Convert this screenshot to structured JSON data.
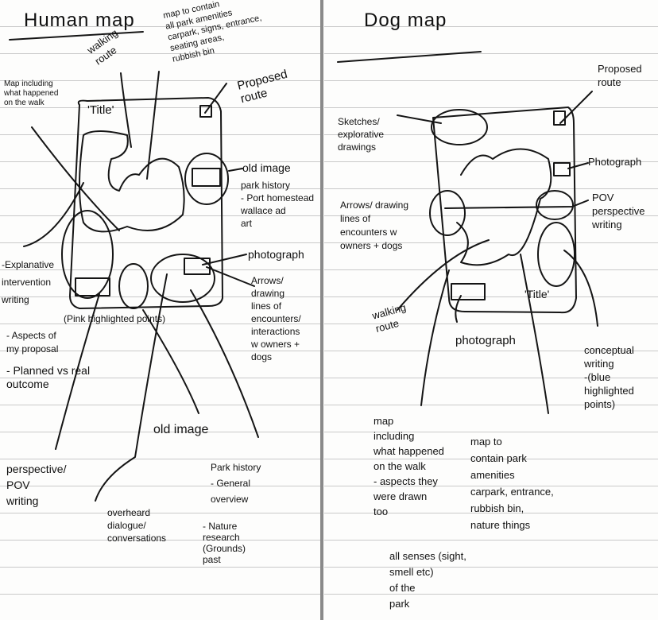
{
  "human_map": {
    "heading": "Human map",
    "walking_route": "walking\nroute",
    "amenities": "map to contain\nall park amenities\ncarpark, signs, entrance,\nseating areas,\nrubbish bin",
    "proposed_route": "Proposed\nroute",
    "map_including": "Map including\nwhat happened\non the walk",
    "title_box": "'Title'",
    "old_image_top": "old image",
    "park_history_top": "park history\n- Port homestead\n  wallace ad\n  art",
    "photograph": "photograph",
    "arrows": "Arrows/\ndrawing\nlines of\nencounters/\ninteractions\nw owners +\ndogs",
    "explanative": "-Explanative\nintervention\nwriting",
    "pink_points": "(Pink highlighted points)",
    "aspects": "- Aspects of\n  my proposal",
    "planned": "- Planned vs real\n  outcome",
    "old_image_bottom": "old image",
    "park_history_bottom": "Park history\n  - General\n    overview",
    "nature": "- Nature\n  research\n  (Grounds)\n  past",
    "perspective": "perspective/\nPOV\nwriting",
    "overheard": "overheard\ndialogue/\nconversations"
  },
  "dog_map": {
    "heading": "Dog map",
    "proposed_route": "Proposed\nroute",
    "sketches": "Sketches/\nexplorative\ndrawings",
    "photograph_top": "Photograph",
    "arrows": "Arrows/ drawing\nlines of\nencounters w\nowners + dogs",
    "pov": "POV\nperspective\nwriting",
    "title_box": "'Title'",
    "walking_route": "walking\nroute",
    "photograph_bottom": "photograph",
    "conceptual": "conceptual\nwriting\n-(blue\nhighlighted\npoints)",
    "map_including": "map\nincluding\nwhat happened\non the walk\n- aspects they\nwere drawn\ntoo",
    "senses": "all senses (sight,\nsmell etc)\nof the\npark",
    "amenities": "map to\ncontain park\namenities\ncarpark, entrance,\nrubbish bin,\nnature things"
  }
}
